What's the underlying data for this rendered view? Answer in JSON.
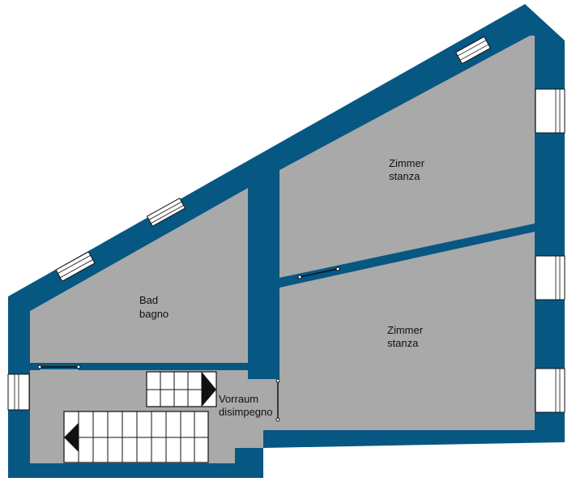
{
  "colors": {
    "wall": "#075783",
    "floor": "#a9a9a9",
    "window_glass": "#ffffff",
    "line": "#111111"
  },
  "rooms": {
    "bath": {
      "line1": "Bad",
      "line2": "bagno"
    },
    "room_upper": {
      "line1": "Zimmer",
      "line2": "stanza"
    },
    "room_lower": {
      "line1": "Zimmer",
      "line2": "stanza"
    },
    "hall": {
      "line1": "Vorraum",
      "line2": "disimpegno"
    }
  },
  "icons": {
    "stair_arrow_right": "triangle-right-icon",
    "stair_arrow_left": "triangle-left-icon"
  }
}
